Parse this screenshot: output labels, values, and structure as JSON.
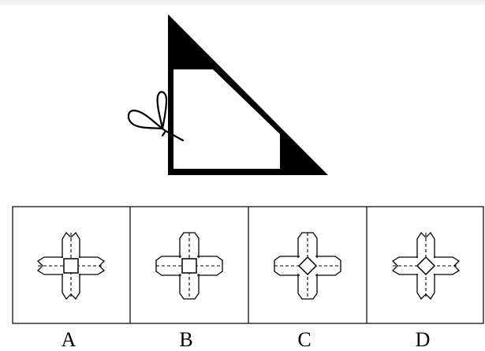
{
  "puzzle": {
    "options": [
      {
        "label": "A"
      },
      {
        "label": "B"
      },
      {
        "label": "C"
      },
      {
        "label": "D"
      }
    ]
  }
}
